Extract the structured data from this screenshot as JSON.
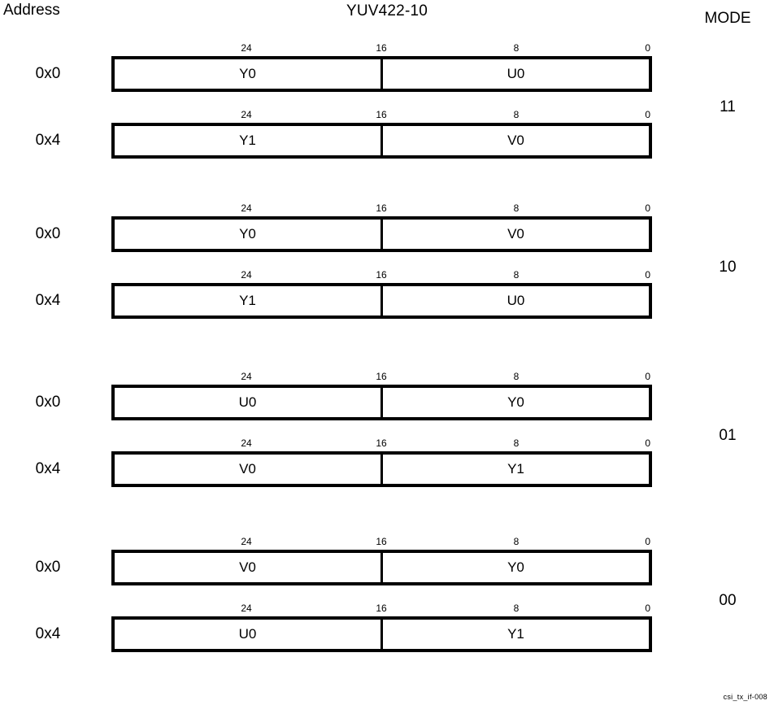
{
  "header": {
    "address_label": "Address",
    "title": "YUV422-10",
    "mode_label": "MODE"
  },
  "bit_ticks": {
    "msb": "24",
    "mid": "16",
    "low": "8",
    "lsb": "0"
  },
  "groups": [
    {
      "mode": "11",
      "rows": [
        {
          "address": "0x0",
          "high_field": "Y0",
          "low_field": "U0"
        },
        {
          "address": "0x4",
          "high_field": "Y1",
          "low_field": "V0"
        }
      ]
    },
    {
      "mode": "10",
      "rows": [
        {
          "address": "0x0",
          "high_field": "Y0",
          "low_field": "V0"
        },
        {
          "address": "0x4",
          "high_field": "Y1",
          "low_field": "U0"
        }
      ]
    },
    {
      "mode": "01",
      "rows": [
        {
          "address": "0x0",
          "high_field": "U0",
          "low_field": "Y0"
        },
        {
          "address": "0x4",
          "high_field": "V0",
          "low_field": "Y1"
        }
      ]
    },
    {
      "mode": "00",
      "rows": [
        {
          "address": "0x0",
          "high_field": "V0",
          "low_field": "Y0"
        },
        {
          "address": "0x4",
          "high_field": "U0",
          "low_field": "Y1"
        }
      ]
    }
  ],
  "footer": {
    "figure_id": "csi_tx_if-008"
  }
}
